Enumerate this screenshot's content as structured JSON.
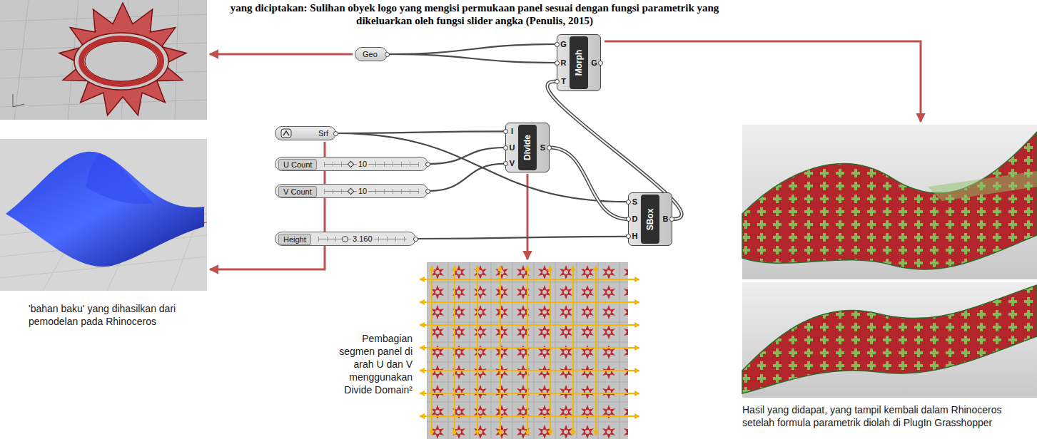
{
  "diagram": {
    "title": "yang diciptakan: Sulihan obyek logo yang mengisi permukaan panel sesuai dengan fungsi parametrik yang dikeluarkan oleh fungsi slider angka (Penulis, 2015)",
    "nodes": [
      {
        "text": [
          "Geo"
        ]
      },
      {
        "text": [
          "G",
          "R",
          "T",
          "Morph",
          "G"
        ]
      },
      {
        "text": [
          "Srf"
        ]
      },
      {
        "text": [
          "U Count",
          "10"
        ]
      },
      {
        "text": [
          "V Count",
          "10"
        ]
      },
      {
        "text": [
          "Height",
          "3.160"
        ]
      },
      {
        "text": [
          "I",
          "U",
          "V",
          "Divide",
          "S"
        ]
      },
      {
        "text": [
          "S",
          "D",
          "H",
          "SBox",
          "B"
        ]
      }
    ],
    "edges": [
      {
        "from": 0,
        "to": 1,
        "arrow": "none"
      },
      {
        "from": 0,
        "to": 1,
        "arrow": "none"
      },
      {
        "from": 2,
        "to": 6,
        "arrow": "none"
      },
      {
        "from": 2,
        "to": 7,
        "arrow": "none"
      },
      {
        "from": 3,
        "to": 6,
        "arrow": "none"
      },
      {
        "from": 4,
        "to": 6,
        "arrow": "none"
      },
      {
        "from": 6,
        "to": 7,
        "arrow": "none"
      },
      {
        "from": 5,
        "to": 7,
        "arrow": "none"
      },
      {
        "from": 7,
        "to": 1,
        "arrow": "none"
      }
    ],
    "labels": [
      "'bahan baku' yang dihasilkan dari pemodelan pada Rhinoceros",
      "Pembagian segmen panel di arah U dan V menggunakan Divide Domain²",
      "Hasil yang didapat, yang tampil kembali dalam Rhinoceros setelah formula parametrik diolah di PlugIn Grasshopper"
    ]
  }
}
